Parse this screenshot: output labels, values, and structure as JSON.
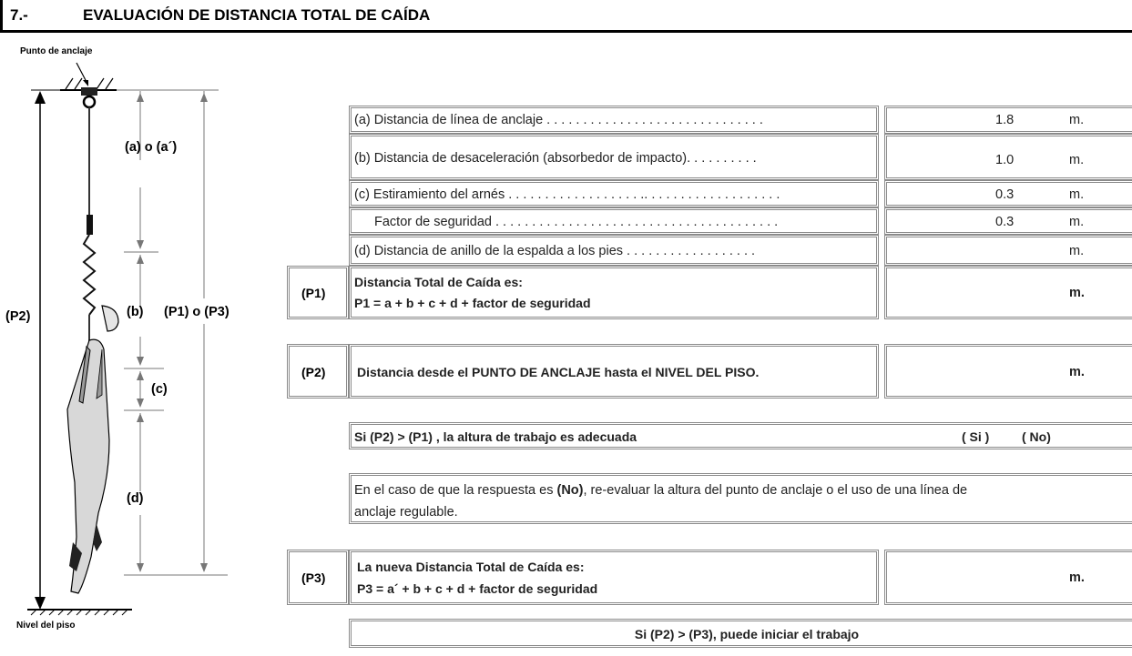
{
  "section": {
    "number": "7.-",
    "title": "EVALUACIÓN DE DISTANCIA TOTAL DE CAÍDA"
  },
  "diagram": {
    "anchor_label": "Punto de anclaje",
    "floor_label": "Nivel del piso",
    "label_a": "(a) o (a´)",
    "label_b": "(b)",
    "label_c": "(c)",
    "label_d": "(d)",
    "label_p2": "(P2)",
    "label_p1p3": "(P1) o (P3)"
  },
  "rows": [
    {
      "label": "(a) Distancia de línea de anclaje . . . . . . . . . . . . . . . . .  . . . . . . . . . . . . .",
      "value": "1.8",
      "unit": "m."
    },
    {
      "label": "(b) Distancia de desaceleración (absorbedor de impacto). . . . . . . . . .",
      "value": "1.0",
      "unit": "m."
    },
    {
      "label": "(c) Estiramiento del arnés . . . . . . . . . . . . . . . . . . .. . . . . . . . . . . . . . . . . . .",
      "value": "0.3",
      "unit": "m."
    },
    {
      "label": "Factor de seguridad . . . . . . . . . . . . . . . . . . . . . . . . . . . . . . . . . . . . . . .",
      "value": "0.3",
      "unit": "m."
    },
    {
      "label": "(d) Distancia de anillo de la espalda a los pies . . . . . . . . . . . . . . . . . .",
      "value": "",
      "unit": "m."
    }
  ],
  "p1": {
    "tag": "(P1)",
    "line1": "Distancia Total de Caída es:",
    "line2": "P1 = a + b + c + d + factor de seguridad",
    "unit": "m."
  },
  "p2": {
    "tag": "(P2)",
    "text": "Distancia desde el PUNTO DE ANCLAJE hasta el NIVEL DEL PISO.",
    "unit": "m."
  },
  "check": {
    "text": "Si (P2) > (P1) , la altura de trabajo es adecuada",
    "yes": "( Si )",
    "no": "( No)"
  },
  "note": {
    "prefix": "En el caso de que la respuesta es ",
    "bold": "(No)",
    "suffix": ", re-evaluar la altura del punto de anclaje o el uso de una línea de",
    "line2": "anclaje regulable."
  },
  "p3": {
    "tag": "(P3)",
    "line1": "La nueva Distancia Total de Caída es:",
    "line2": "P3 = a´ + b + c + d + factor de seguridad",
    "unit": "m."
  },
  "final": {
    "text": "Si (P2) > (P3), puede iniciar el trabajo"
  }
}
